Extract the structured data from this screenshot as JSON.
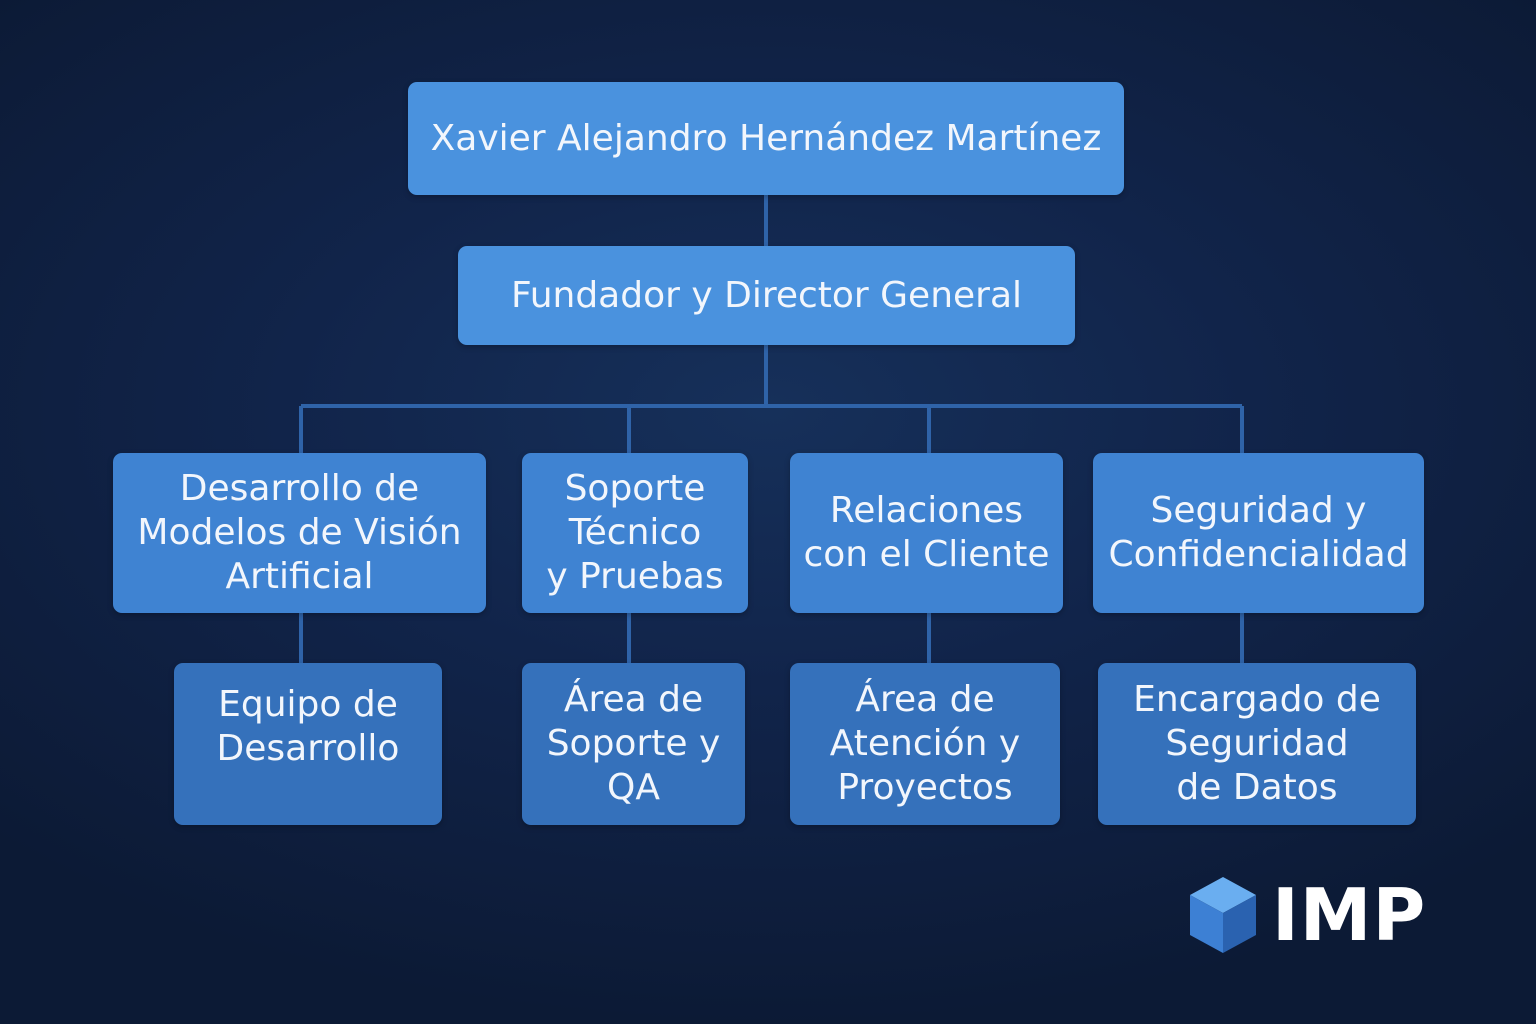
{
  "org_chart": {
    "name": "Xavier Alejandro Hernández Martínez",
    "role": "Fundador y Director General",
    "departments": [
      {
        "label": "Desarrollo de\nModelos de Visión\nArtificial",
        "team": "Equipo de\nDesarrollo"
      },
      {
        "label": "Soporte\nTécnico\ny Pruebas",
        "team": "Área de\nSoporte y\nQA"
      },
      {
        "label": "Relaciones\ncon el Cliente",
        "team": "Área de\nAtención y\nProyectos"
      },
      {
        "label": "Seguridad y\nConfidencialidad",
        "team": "Encargado de\nSeguridad\nde Datos"
      }
    ]
  },
  "logo": {
    "text": "IMP",
    "icon": "cube-icon"
  },
  "colors": {
    "background": "#11244a",
    "top_box": "#4a92de",
    "department_box": "#3f83d2",
    "team_box": "#3571bb",
    "connector": "#2f63a8",
    "text": "#f2f6fc"
  }
}
